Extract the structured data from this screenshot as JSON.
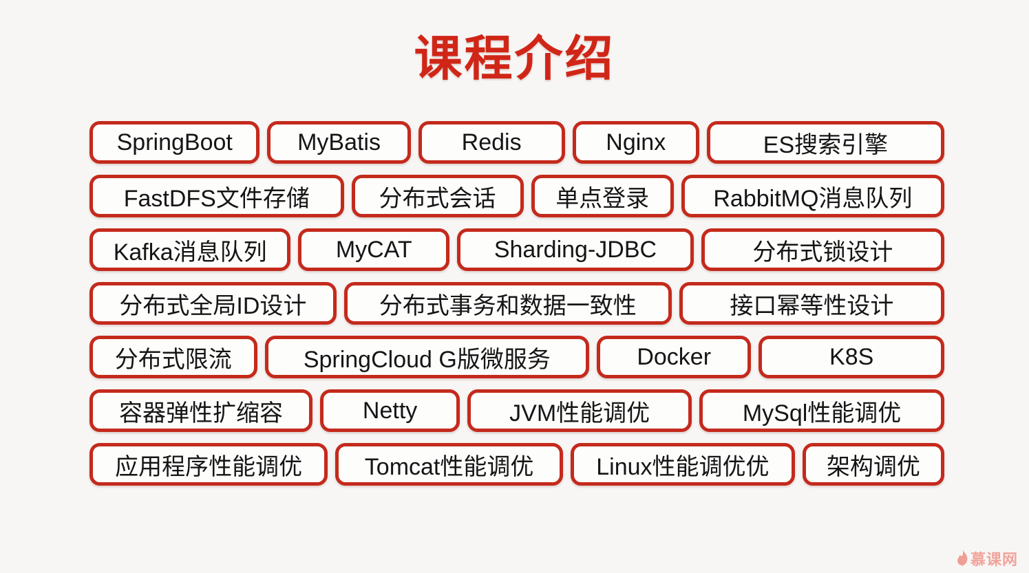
{
  "title": "课程介绍",
  "rows": [
    {
      "badges": [
        "SpringBoot",
        "MyBatis",
        "Redis",
        "Nginx",
        "ES搜索引擎"
      ]
    },
    {
      "badges": [
        "FastDFS文件存储",
        "分布式会话",
        "单点登录",
        "RabbitMQ消息队列"
      ]
    },
    {
      "badges": [
        "Kafka消息队列",
        "MyCAT",
        "Sharding-JDBC",
        "分布式锁设计"
      ]
    },
    {
      "badges": [
        "分布式全局ID设计",
        "分布式事务和数据一致性",
        "接口幂等性设计"
      ]
    },
    {
      "badges": [
        "分布式限流",
        "SpringCloud G版微服务",
        "Docker",
        "K8S"
      ]
    },
    {
      "badges": [
        "容器弹性扩缩容",
        "Netty",
        "JVM性能调优",
        "MySql性能调优"
      ]
    },
    {
      "badges": [
        "应用程序性能调优",
        "Tomcat性能调优",
        "Linux性能调优优",
        "架构调优"
      ]
    }
  ],
  "logo": {
    "text": "慕课网"
  },
  "colors": {
    "background": "#f7f6f5",
    "badge_border": "#c42a1c",
    "badge_fill": "#fdfdfc",
    "badge_text": "#151515",
    "title": "#d02617",
    "logo": "#f1a49c"
  }
}
